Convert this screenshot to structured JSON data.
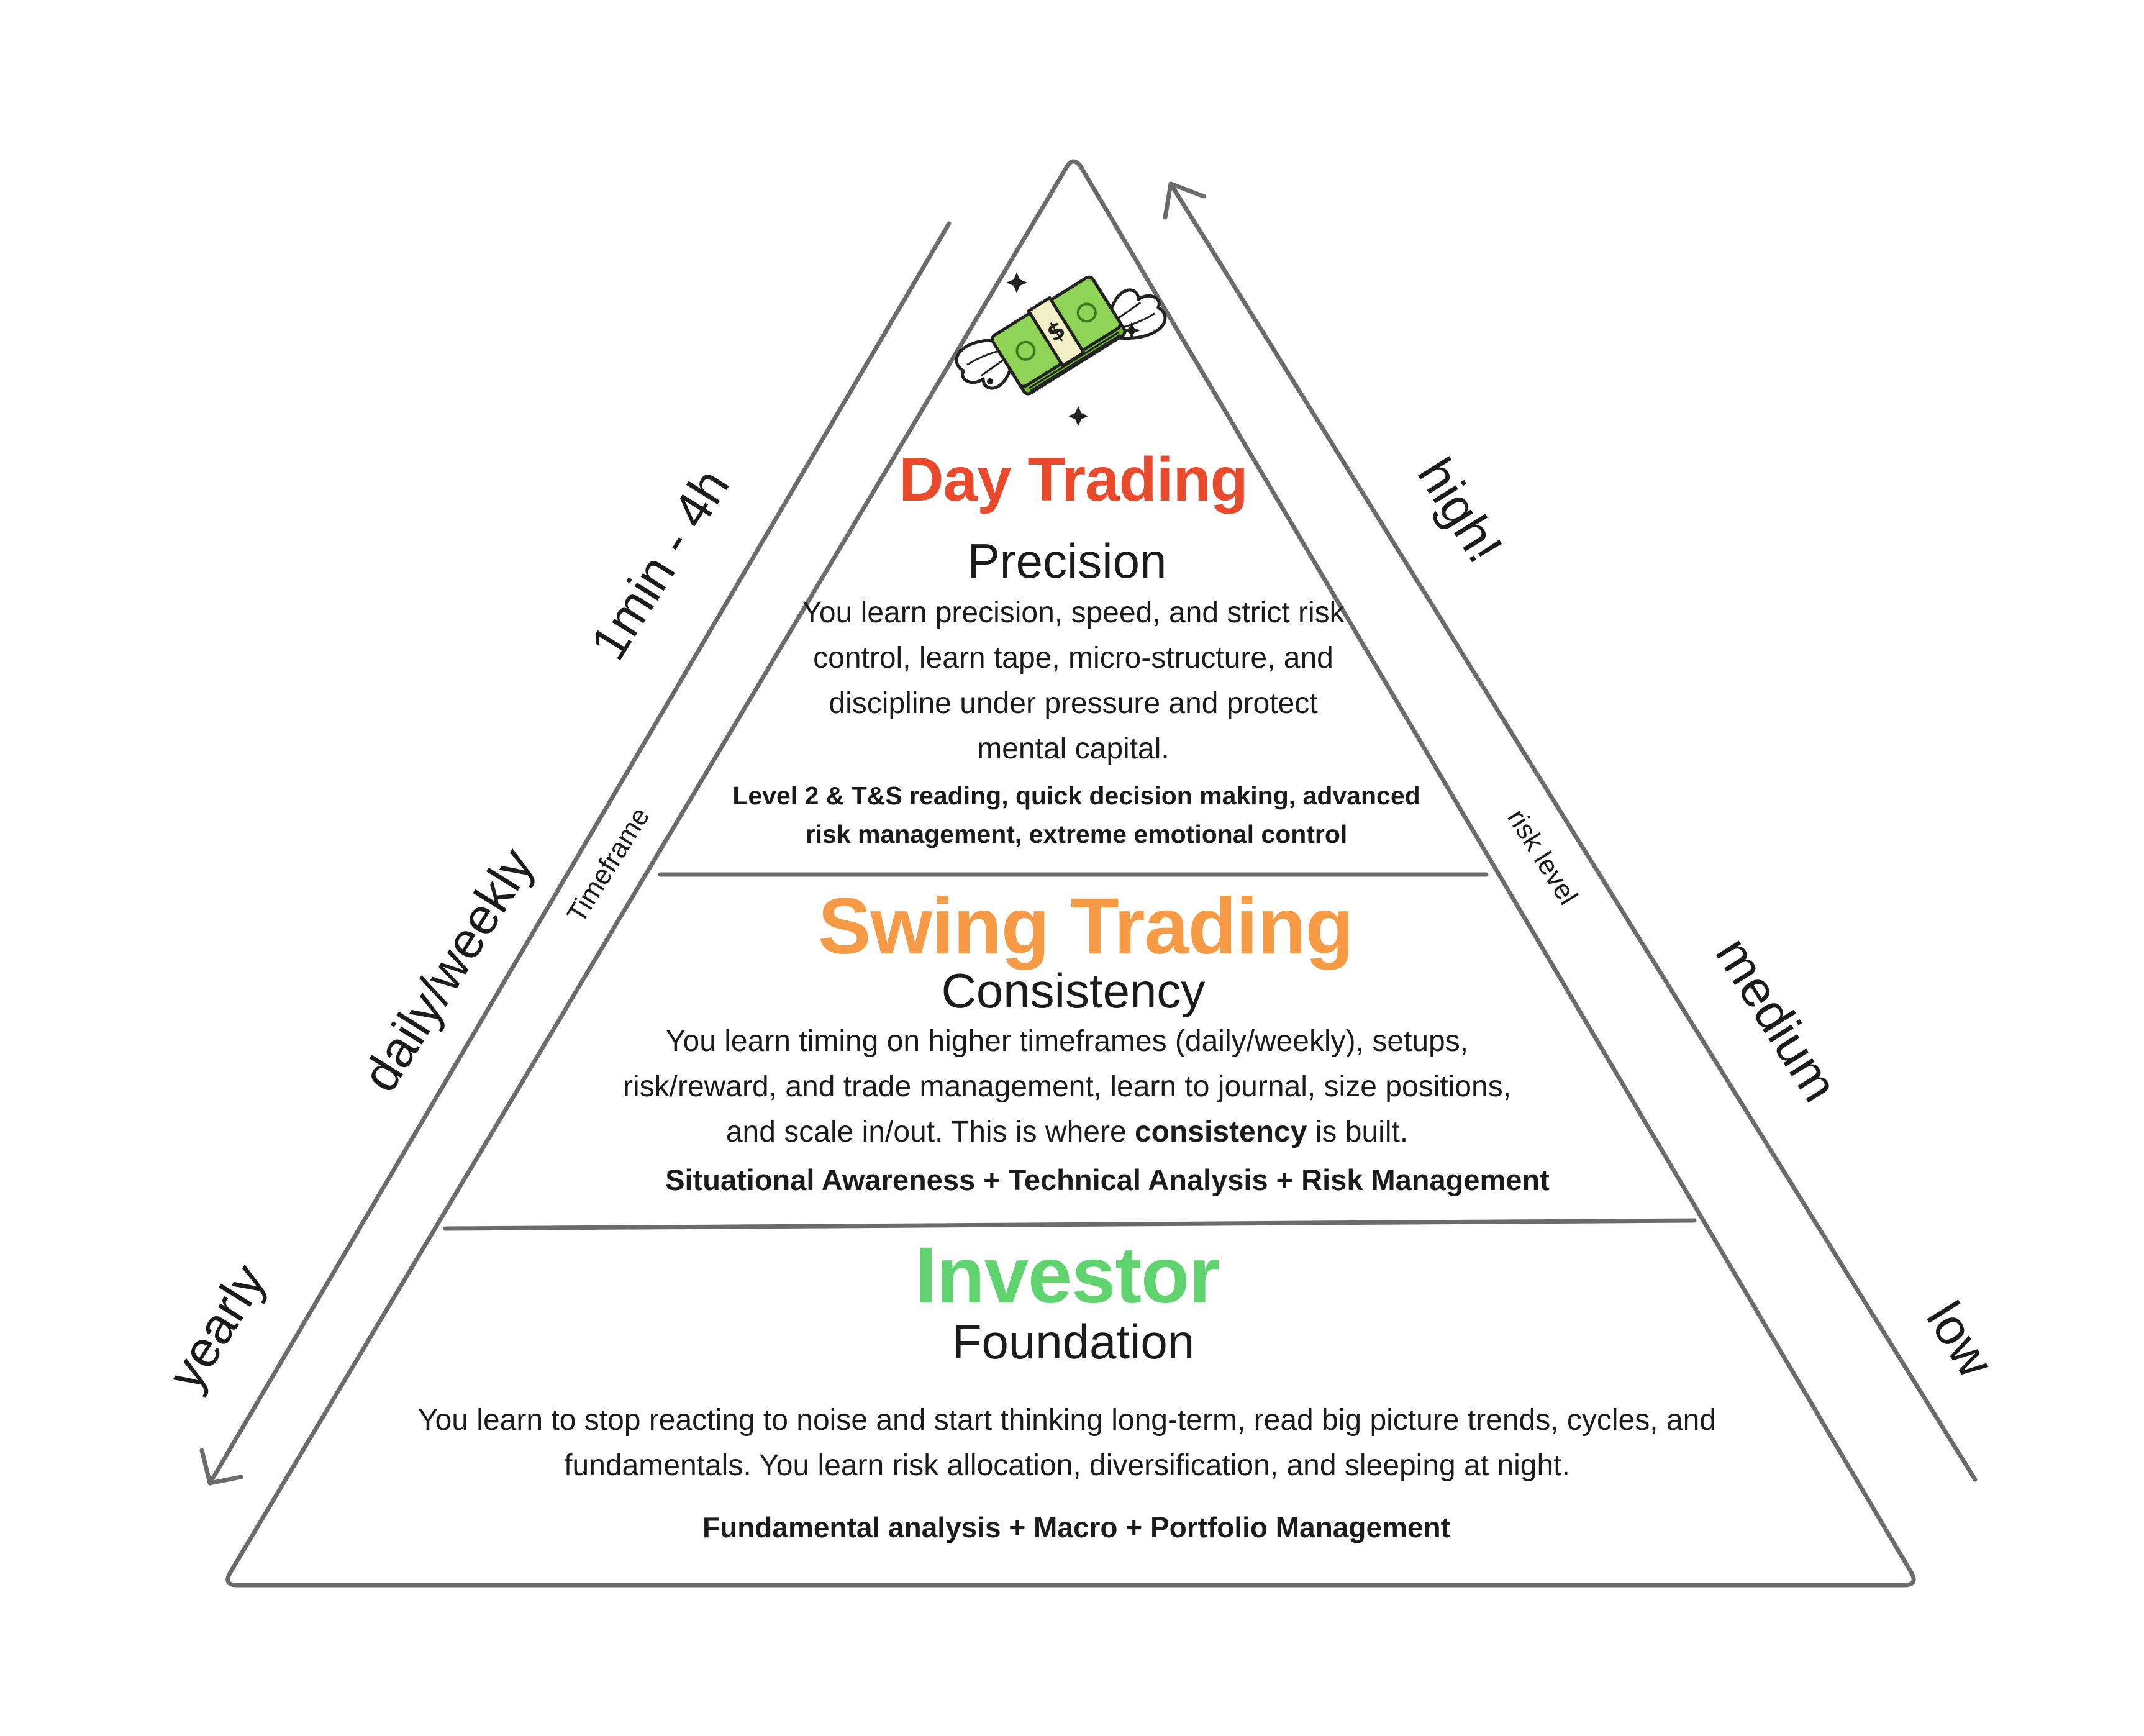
{
  "tiers": [
    {
      "name": "Day Trading",
      "subtitle": "Precision",
      "description": "You learn precision, speed, and strict risk control, learn tape, micro-structure, and discipline under pressure and protect mental capital.",
      "skills": "Level 2 & T&S reading, quick decision making, advanced risk management, extreme emotional control",
      "color": "#ea4a2c"
    },
    {
      "name": "Swing Trading",
      "subtitle": "Consistency",
      "description_before": "You learn timing on higher timeframes (daily/weekly), setups, risk/reward, and trade management, learn to journal, size positions, and scale in/out.  This is where ",
      "description_bold": "consistency",
      "description_after": " is built.",
      "skills": "Situational Awareness + Technical Analysis + Risk Management",
      "color": "#f79a45"
    },
    {
      "name": "Investor",
      "subtitle": "Foundation",
      "description": "You learn to stop reacting to noise and start thinking long-term, read big picture trends, cycles, and fundamentals. You learn risk allocation, diversification, and sleeping at night.",
      "skills": "Fundamental analysis + Macro + Portfolio Management",
      "color": "#5fd36e"
    }
  ],
  "timeframe_axis": {
    "label": "Timeframe",
    "levels": [
      "1min - 4h",
      "daily/weekly",
      "yearly"
    ]
  },
  "risk_axis": {
    "label": "risk level",
    "levels": [
      "high!",
      "medium",
      "low"
    ]
  },
  "colors": {
    "outline": "#6b6b6b",
    "text": "#1b1b1b",
    "money_green": "#8fd456"
  },
  "icons": [
    "flying-money-icon"
  ]
}
